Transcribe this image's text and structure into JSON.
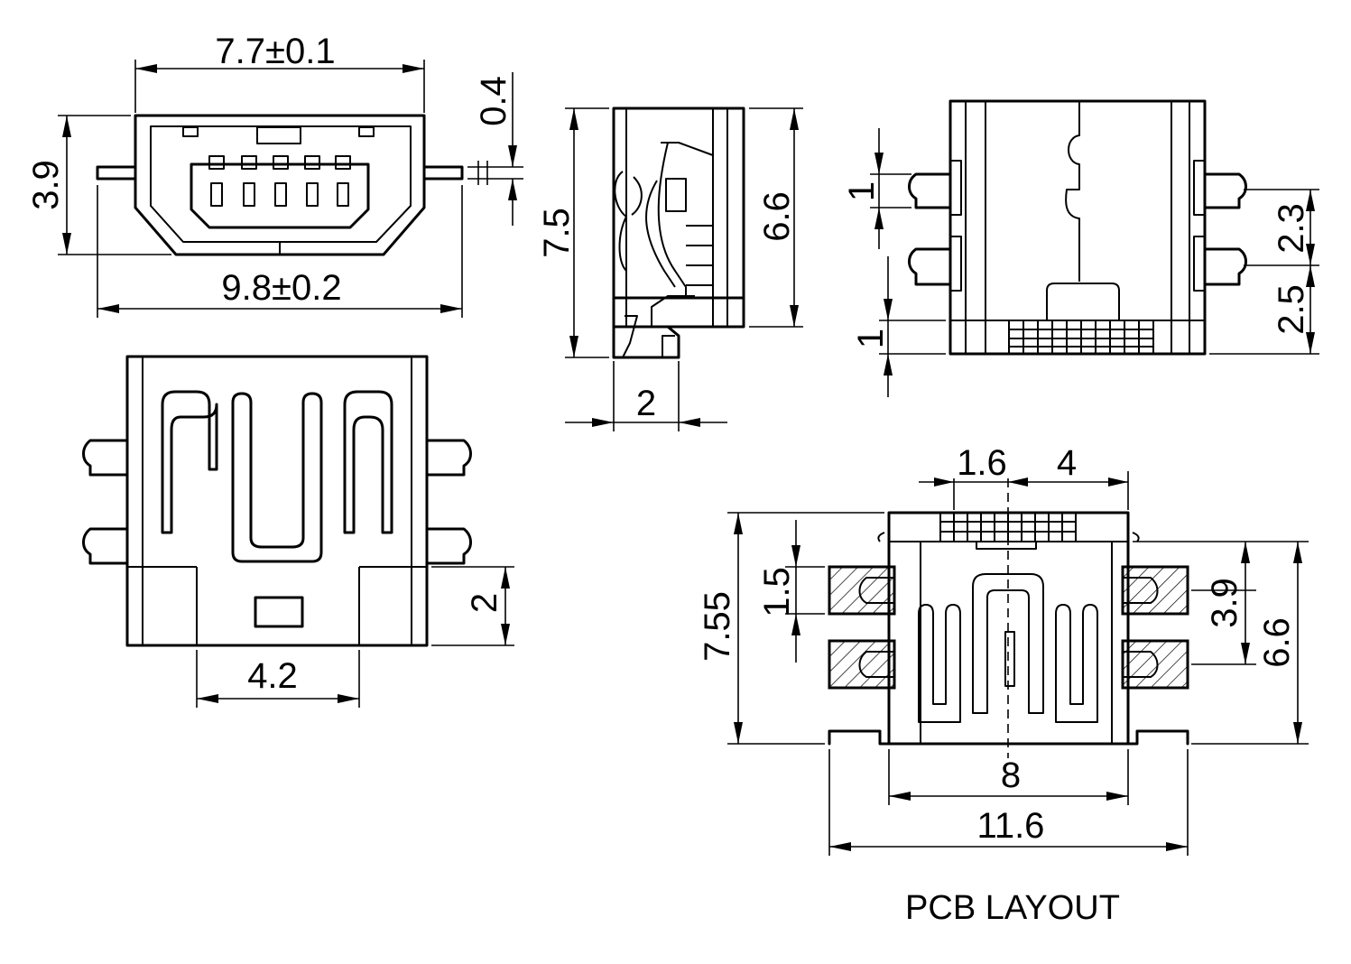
{
  "caption": "PCB LAYOUT",
  "dimensions": {
    "front_top_width": "7.7±0.1",
    "front_bottom_width": "9.8±0.2",
    "front_height": "3.9",
    "front_tab_thickness": "0.4",
    "side_total_height": "7.5",
    "side_body_height": "6.6",
    "side_leg_width": "2",
    "rear_pad_width_top": "1",
    "rear_pad_width_bottom": "1",
    "rear_pitch_upper": "2.3",
    "rear_pitch_lower": "2.5",
    "bottom_pad_height": "2",
    "bottom_center_width": "4.2",
    "pcb_pin_pitch": "1.6",
    "pcb_pin_span": "4",
    "pcb_pad_length": "1.5",
    "pcb_total_height": "7.55",
    "pcb_pad_spacing": "3.9",
    "pcb_body_height": "6.6",
    "pcb_body_width": "8",
    "pcb_total_width": "11.6"
  }
}
